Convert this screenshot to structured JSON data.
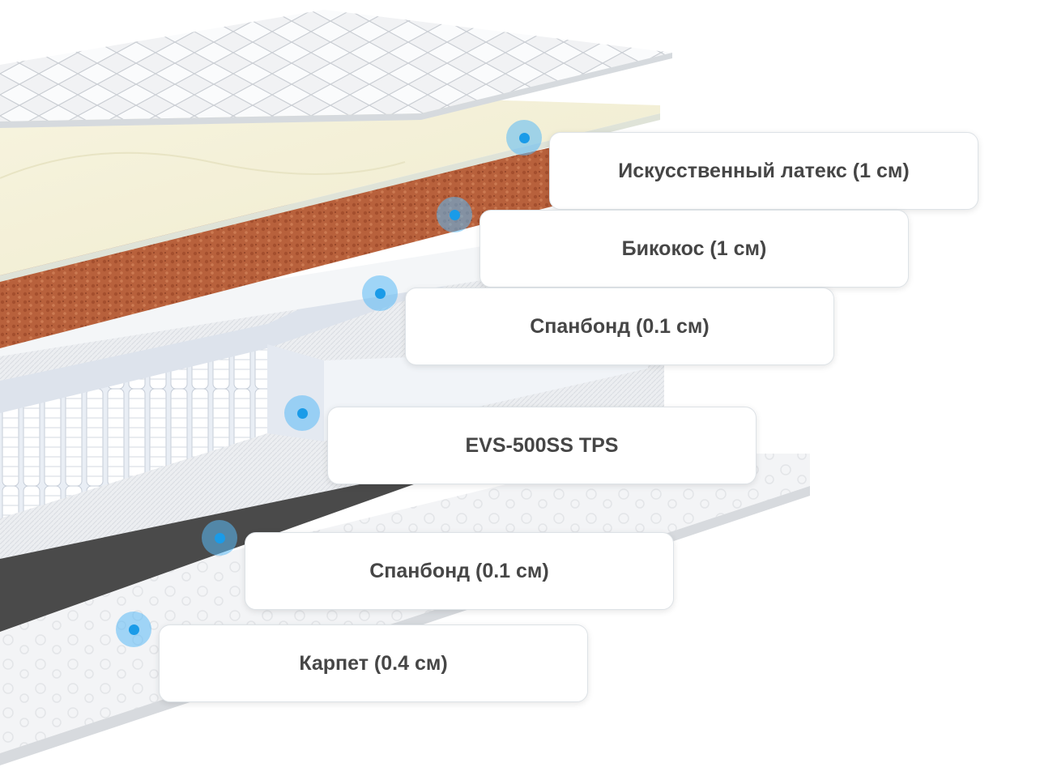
{
  "layers": [
    {
      "label": "Искусственный латекс (1 см)"
    },
    {
      "label": "Бикокос (1 см)"
    },
    {
      "label": "Спанбонд (0.1 см)"
    },
    {
      "label": "EVS-500SS TPS"
    },
    {
      "label": "Спанбонд (0.1 см)"
    },
    {
      "label": "Карпет (0.4 см)"
    }
  ],
  "colors": {
    "marker": "#1a9be8",
    "latex": "#f6f3dc",
    "coconut": "#b8613c",
    "felt": "#4a4a4a",
    "label_text": "#464646"
  }
}
